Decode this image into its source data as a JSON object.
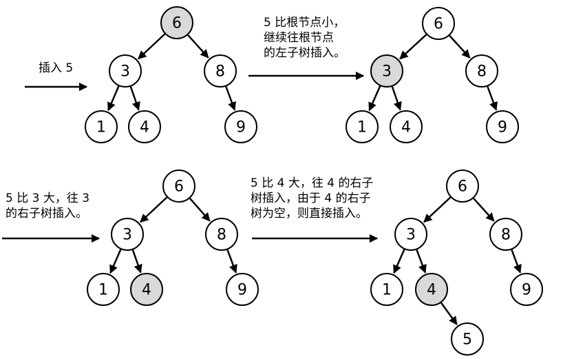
{
  "highlight_color": "#d9d9d9",
  "trees": [
    {
      "id": "t1",
      "nodes": [
        {
          "id": "n6",
          "label": "6",
          "highlight": true
        },
        {
          "id": "n3",
          "label": "3",
          "highlight": false
        },
        {
          "id": "n8",
          "label": "8",
          "highlight": false
        },
        {
          "id": "n1",
          "label": "1",
          "highlight": false
        },
        {
          "id": "n4",
          "label": "4",
          "highlight": false
        },
        {
          "id": "n9",
          "label": "9",
          "highlight": false
        }
      ],
      "edges": [
        [
          "n6",
          "n3"
        ],
        [
          "n6",
          "n8"
        ],
        [
          "n3",
          "n1"
        ],
        [
          "n3",
          "n4"
        ],
        [
          "n8",
          "n9"
        ]
      ]
    },
    {
      "id": "t2",
      "nodes": [
        {
          "id": "n6",
          "label": "6",
          "highlight": false
        },
        {
          "id": "n3",
          "label": "3",
          "highlight": true
        },
        {
          "id": "n8",
          "label": "8",
          "highlight": false
        },
        {
          "id": "n1",
          "label": "1",
          "highlight": false
        },
        {
          "id": "n4",
          "label": "4",
          "highlight": false
        },
        {
          "id": "n9",
          "label": "9",
          "highlight": false
        }
      ],
      "edges": [
        [
          "n6",
          "n3"
        ],
        [
          "n6",
          "n8"
        ],
        [
          "n3",
          "n1"
        ],
        [
          "n3",
          "n4"
        ],
        [
          "n8",
          "n9"
        ]
      ]
    },
    {
      "id": "t3",
      "nodes": [
        {
          "id": "n6",
          "label": "6",
          "highlight": false
        },
        {
          "id": "n3",
          "label": "3",
          "highlight": false
        },
        {
          "id": "n8",
          "label": "8",
          "highlight": false
        },
        {
          "id": "n1",
          "label": "1",
          "highlight": false
        },
        {
          "id": "n4",
          "label": "4",
          "highlight": true
        },
        {
          "id": "n9",
          "label": "9",
          "highlight": false
        }
      ],
      "edges": [
        [
          "n6",
          "n3"
        ],
        [
          "n6",
          "n8"
        ],
        [
          "n3",
          "n1"
        ],
        [
          "n3",
          "n4"
        ],
        [
          "n8",
          "n9"
        ]
      ]
    },
    {
      "id": "t4",
      "nodes": [
        {
          "id": "n6",
          "label": "6",
          "highlight": false
        },
        {
          "id": "n3",
          "label": "3",
          "highlight": false
        },
        {
          "id": "n8",
          "label": "8",
          "highlight": false
        },
        {
          "id": "n1",
          "label": "1",
          "highlight": false
        },
        {
          "id": "n4",
          "label": "4",
          "highlight": true
        },
        {
          "id": "n9",
          "label": "9",
          "highlight": false
        },
        {
          "id": "n5",
          "label": "5",
          "highlight": false
        }
      ],
      "edges": [
        [
          "n6",
          "n3"
        ],
        [
          "n6",
          "n8"
        ],
        [
          "n3",
          "n1"
        ],
        [
          "n3",
          "n4"
        ],
        [
          "n8",
          "n9"
        ],
        [
          "n4",
          "n5"
        ]
      ]
    }
  ],
  "steps": [
    {
      "id": "s0",
      "lines": [
        "插入 5"
      ]
    },
    {
      "id": "s1",
      "lines": [
        "5 比根节点小，",
        "继续往根节点",
        "的左子树插入。"
      ]
    },
    {
      "id": "s2",
      "lines": [
        "5 比 3 大，往 3",
        "的右子树插入。"
      ]
    },
    {
      "id": "s3",
      "lines": [
        "5 比 4 大，往 4 的右子",
        "树插入，由于 4 的右子",
        "树为空，则直接插入。"
      ]
    }
  ]
}
